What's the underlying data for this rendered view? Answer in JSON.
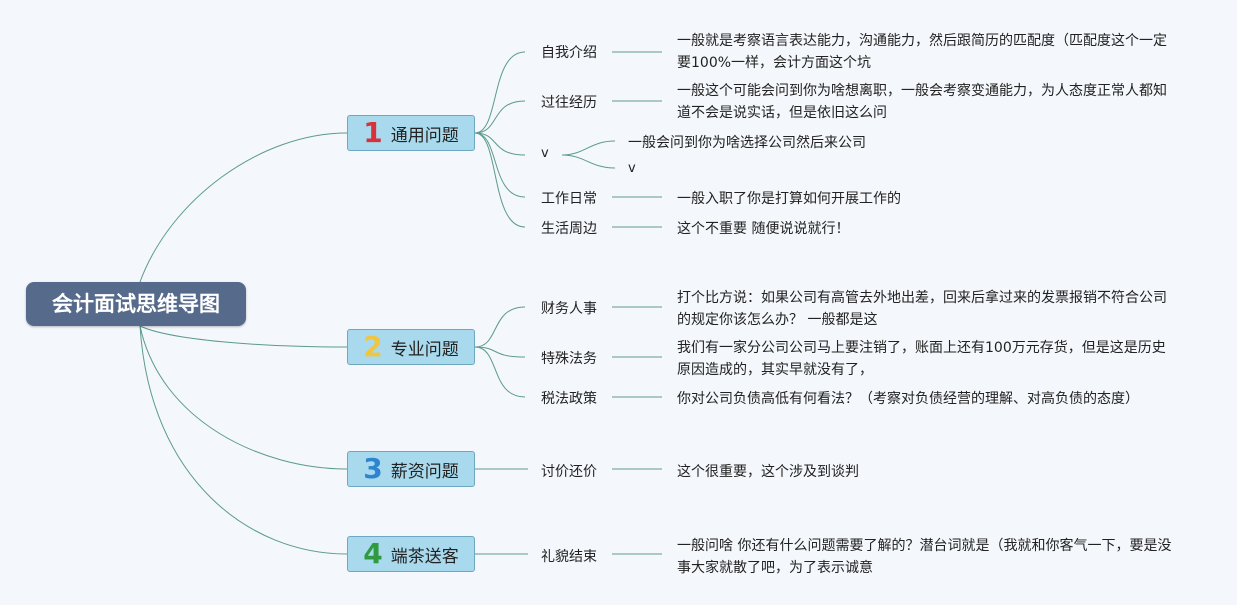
{
  "root": {
    "title": "会计面试思维导图"
  },
  "colors": {
    "link": "#5b9b8c",
    "num1": "#d8313a",
    "num2": "#f0c640",
    "num3": "#2e84cf",
    "num4": "#2f9a41"
  },
  "categories": [
    {
      "num": "1",
      "label": "通用问题"
    },
    {
      "num": "2",
      "label": "专业问题"
    },
    {
      "num": "3",
      "label": "薪资问题"
    },
    {
      "num": "4",
      "label": "端茶送客"
    }
  ],
  "topics": [
    {
      "label": "自我介绍",
      "desc": "一般就是考察语言表达能力，沟通能力，然后跟简历的匹配度（匹配度这个一定要100%一样，会计方面这个坑"
    },
    {
      "label": "过往经历",
      "desc": "一般这个可能会问到你为啥想离职，一般会考察变通能力，为人态度正常人都知道不会是说实话，但是依旧这么问"
    },
    {
      "label": "v",
      "children": [
        "一般会问到你为啥选择公司然后来公司",
        "v"
      ]
    },
    {
      "label": "工作日常",
      "desc": "一般入职了你是打算如何开展工作的"
    },
    {
      "label": "生活周边",
      "desc": "这个不重要 随便说说就行！"
    },
    {
      "label": "财务人事",
      "desc": "打个比方说：如果公司有高管去外地出差，回来后拿过来的发票报销不符合公司的规定你该怎么办？ 一般都是这"
    },
    {
      "label": "特殊法务",
      "desc": "我们有一家分公司公司马上要注销了，账面上还有100万元存货，但是这是历史原因造成的，其实早就没有了，"
    },
    {
      "label": "税法政策",
      "desc": "你对公司负债高低有何看法？（考察对负债经营的理解、对高负债的态度）"
    },
    {
      "label": "讨价还价",
      "desc": "这个很重要，这个涉及到谈判"
    },
    {
      "label": "礼貌结束",
      "desc": "一般问啥 你还有什么问题需要了解的？潜台词就是（我就和你客气一下，要是没事大家就散了吧，为了表示诚意"
    }
  ]
}
